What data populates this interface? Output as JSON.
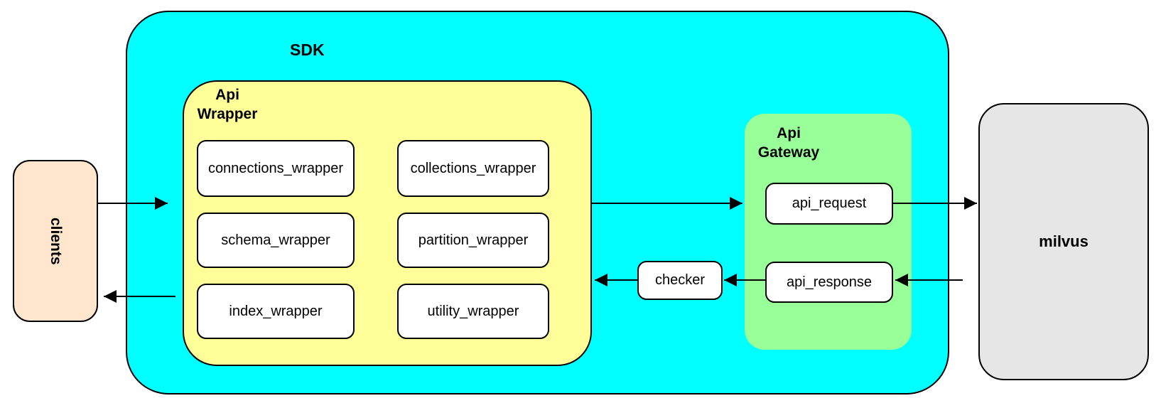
{
  "palette": {
    "cyan": "#00FFFF",
    "yellow": "#FFFF99",
    "green": "#99FF99",
    "peach": "#FFE6CC",
    "gray": "#E6E6E6",
    "node": "#FFFFFF",
    "stroke": "#000000"
  },
  "nodes": {
    "clients": "clients",
    "sdk": "SDK",
    "api_wrapper": "Api Wrapper",
    "wrappers": [
      "connections_wrapper",
      "collections_wrapper",
      "schema_wrapper",
      "partition_wrapper",
      "index_wrapper",
      "utility_wrapper"
    ],
    "api_gateway": "Api Gateway",
    "api_request": "api_request",
    "api_response": "api_response",
    "checker": "checker",
    "milvus": "milvus"
  },
  "edges": [
    {
      "from": "clients",
      "to": "sdk"
    },
    {
      "from": "sdk",
      "to": "clients"
    },
    {
      "from": "api_wrapper",
      "to": "api_gateway"
    },
    {
      "from": "api_request",
      "to": "milvus"
    },
    {
      "from": "milvus",
      "to": "api_response"
    },
    {
      "from": "api_response",
      "to": "checker"
    },
    {
      "from": "checker",
      "to": "api_wrapper"
    }
  ]
}
